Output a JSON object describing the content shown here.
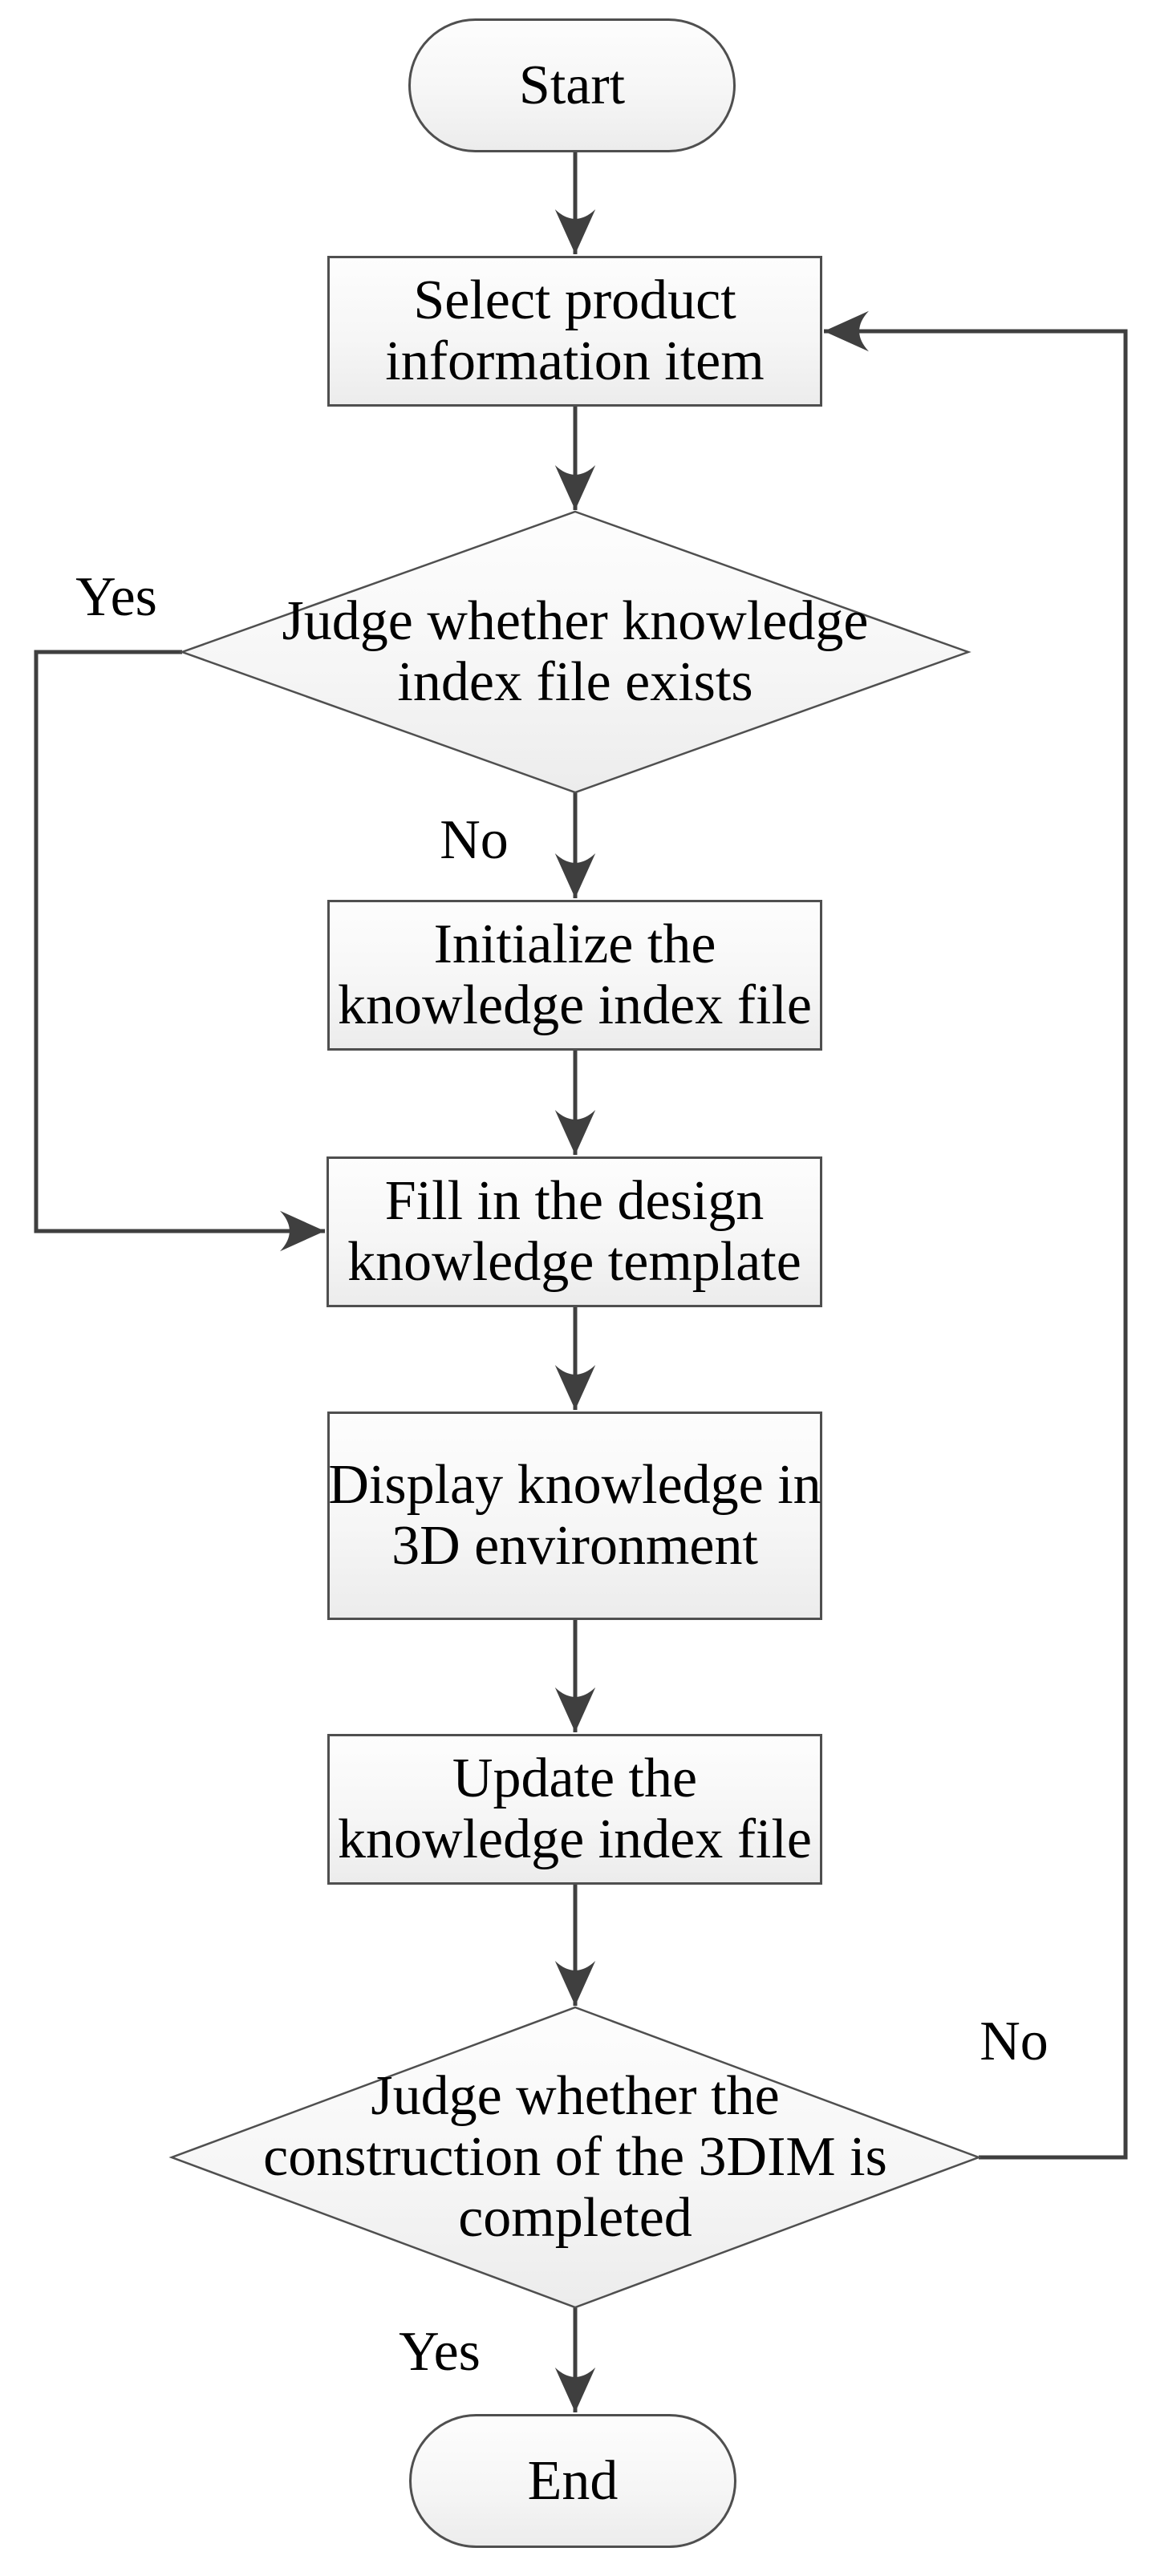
{
  "title": "Flowchart: 3DIM construction process",
  "colors": {
    "background": "#ffffff",
    "shape_border": "#4f4f4f",
    "shape_fill_top": "#fdfdfd",
    "shape_fill_bottom": "#ececec",
    "connector": "#3f3f3f",
    "text": "#000000"
  },
  "nodes": {
    "start": {
      "type": "terminator",
      "label": "Start"
    },
    "select": {
      "type": "process",
      "lines": [
        "Select product",
        "information item"
      ]
    },
    "decision1": {
      "type": "decision",
      "lines": [
        "Judge whether knowledge",
        "index file exists"
      ]
    },
    "initialize": {
      "type": "process",
      "lines": [
        "Initialize the",
        "knowledge index file"
      ]
    },
    "fill": {
      "type": "process",
      "lines": [
        "Fill in the design",
        "knowledge template"
      ]
    },
    "display": {
      "type": "process",
      "lines": [
        "Display knowledge in",
        "3D environment"
      ]
    },
    "update": {
      "type": "process",
      "lines": [
        "Update the",
        "knowledge index file"
      ]
    },
    "decision2": {
      "type": "decision",
      "lines": [
        "Judge whether the",
        "construction of the 3DIM is",
        "completed"
      ]
    },
    "end": {
      "type": "terminator",
      "label": "End"
    }
  },
  "edge_labels": {
    "decision1_yes": "Yes",
    "decision1_no": "No",
    "decision2_no": "No",
    "decision2_yes": "Yes"
  }
}
